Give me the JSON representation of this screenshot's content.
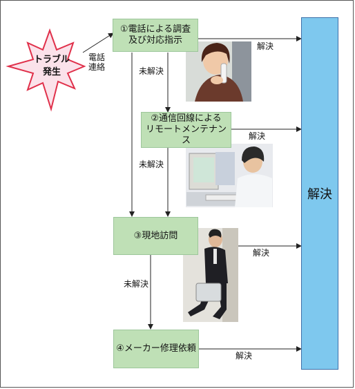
{
  "diagram": {
    "start_label": "トラブル\n発生",
    "phone_contact_label": "電話\n連絡",
    "steps": [
      {
        "label": "①電話による調査\n及び対応指示"
      },
      {
        "label": "②通信回線による\nリモートメンテナンス"
      },
      {
        "label": "③現地訪問"
      },
      {
        "label": "④メーカー修理依頼"
      }
    ],
    "resolved_labels": [
      "解決",
      "解決",
      "解決",
      "解決"
    ],
    "unresolved_labels": [
      "未解決",
      "未解決",
      "未解決"
    ],
    "final_label": "解決"
  },
  "colors": {
    "step_fill": "#bfe0b6",
    "resolve_fill": "#7ec8ee",
    "start_fill": "#fbe2ea",
    "start_stroke": "#e0304a"
  }
}
